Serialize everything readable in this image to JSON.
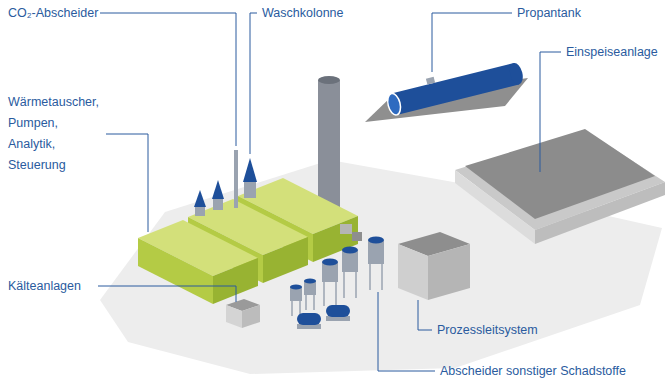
{
  "diagram": {
    "labels": [
      "CO₂-Abscheider",
      "Waschkolonne",
      "Propantank",
      "Einspeiseanlage",
      "Wärmetauscher, Pumpen, Analytik, Steuerung",
      "Kälteanlagen",
      "Prozessleitsystem",
      "Abscheider sonstiger Schadstoffe"
    ]
  }
}
